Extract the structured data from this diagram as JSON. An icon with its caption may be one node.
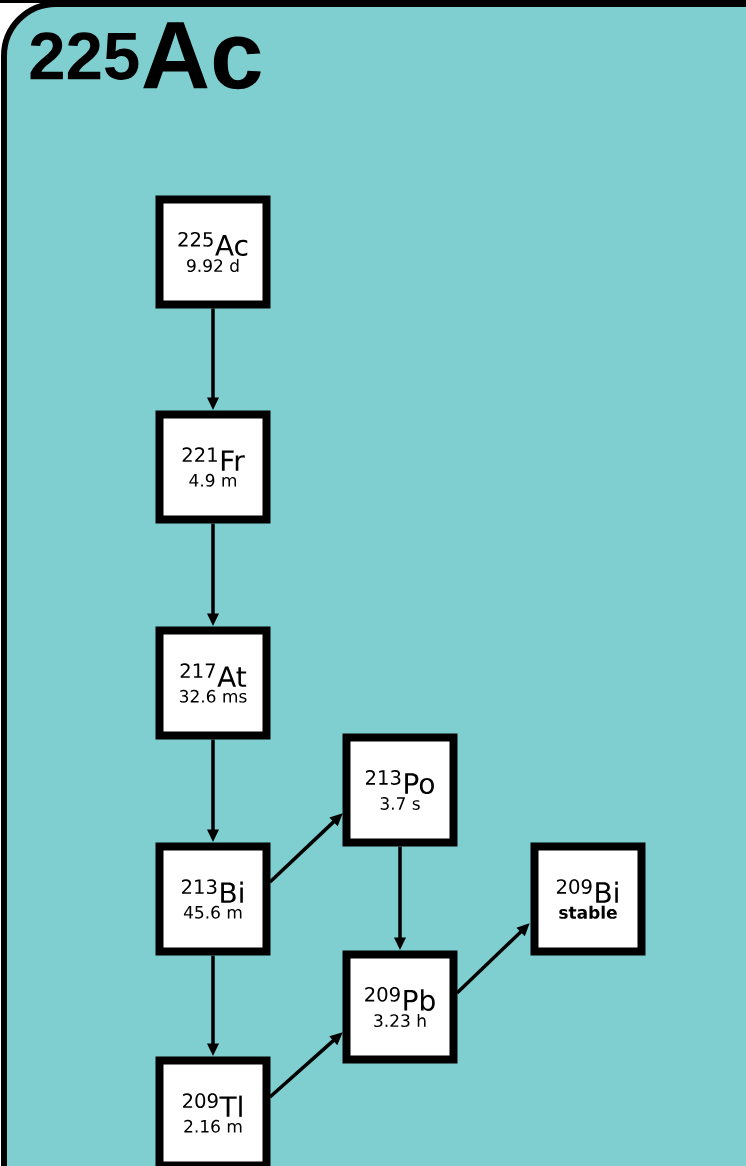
{
  "diagram": {
    "nodes": [
      {
        "text": [
          "$^{225}$Ac"
        ]
      },
      {
        "text": [
          "$^{225}$Ac",
          "9.92 d"
        ],
        "in": 0
      },
      {
        "text": [
          "$^{221}$Fr",
          "4.9 m"
        ],
        "in": 0
      },
      {
        "text": [
          "$^{217}$At",
          "32.6 ms"
        ],
        "in": 0
      },
      {
        "text": [
          "$^{213}$Po",
          "3.7 s"
        ],
        "in": 0
      },
      {
        "text": [
          "$^{213}$Bi",
          "45.6 m"
        ],
        "in": 0
      },
      {
        "text": [
          "$^{209}$Bi",
          "stable"
        ],
        "in": 0
      },
      {
        "text": [
          "$^{209}$Pb",
          "3.23 h"
        ],
        "in": 0
      },
      {
        "text": [
          "$^{209}$Tl",
          "2.16 m"
        ],
        "in": 0
      }
    ],
    "edges": [
      {
        "from": 1,
        "to": 2,
        "arrow": "to"
      },
      {
        "from": 2,
        "to": 3,
        "arrow": "to"
      },
      {
        "from": 3,
        "to": 5,
        "arrow": "to"
      },
      {
        "from": 5,
        "to": 4,
        "arrow": "to"
      },
      {
        "from": 5,
        "to": 8,
        "arrow": "to"
      },
      {
        "from": 4,
        "to": 7,
        "arrow": "to"
      },
      {
        "from": 8,
        "to": 7,
        "arrow": "to"
      },
      {
        "from": 7,
        "to": 6,
        "arrow": "to"
      }
    ]
  }
}
